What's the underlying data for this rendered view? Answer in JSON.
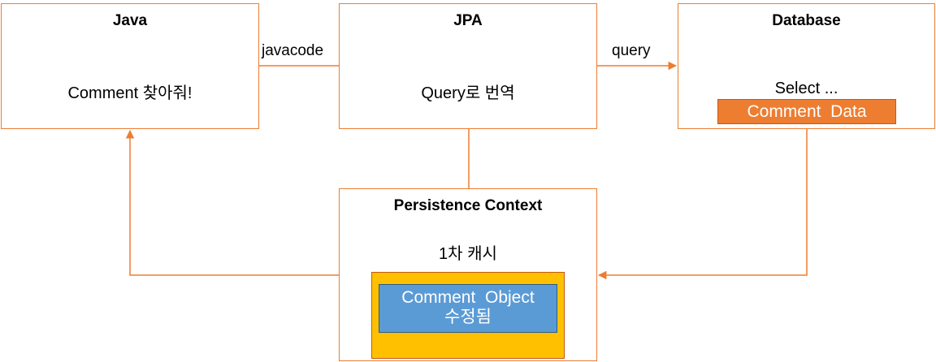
{
  "colors": {
    "stroke": "#ED7D31",
    "accent_fill": "#ED7D31",
    "cache_fill": "#FFC000",
    "object_fill": "#5B9BD5"
  },
  "nodes": {
    "java": {
      "title": "Java",
      "text": "Comment 찾아줘!"
    },
    "jpa": {
      "title": "JPA",
      "text": "Query로 번역"
    },
    "database": {
      "title": "Database",
      "text": "Select ...",
      "highlight": "Comment  Data"
    },
    "persistence": {
      "title": "Persistence Context",
      "text": "1차 캐시",
      "object_line1": "Comment  Object",
      "object_line2": "수정됨"
    }
  },
  "edges": {
    "java_to_jpa": "javacode",
    "jpa_to_database": "query"
  }
}
